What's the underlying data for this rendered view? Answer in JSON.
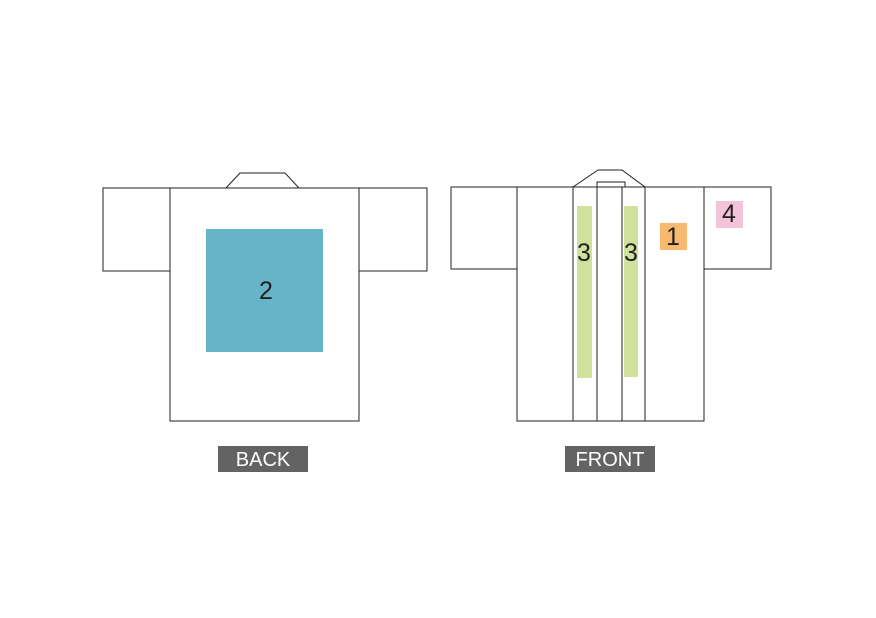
{
  "colors": {
    "outline": "#231f20",
    "zone_1": "#f6b96f",
    "zone_2": "#65b4c8",
    "zone_3": "#cfe19d",
    "zone_4": "#f3c3d9",
    "label_background": "#636363",
    "label_text": "#ffffff"
  },
  "back_view": {
    "label": "BACK",
    "zone_number": "2"
  },
  "front_view": {
    "label": "FRONT",
    "zone_numbers": {
      "collar_left": "3",
      "collar_right": "3",
      "chest": "1",
      "sleeve": "4"
    }
  }
}
